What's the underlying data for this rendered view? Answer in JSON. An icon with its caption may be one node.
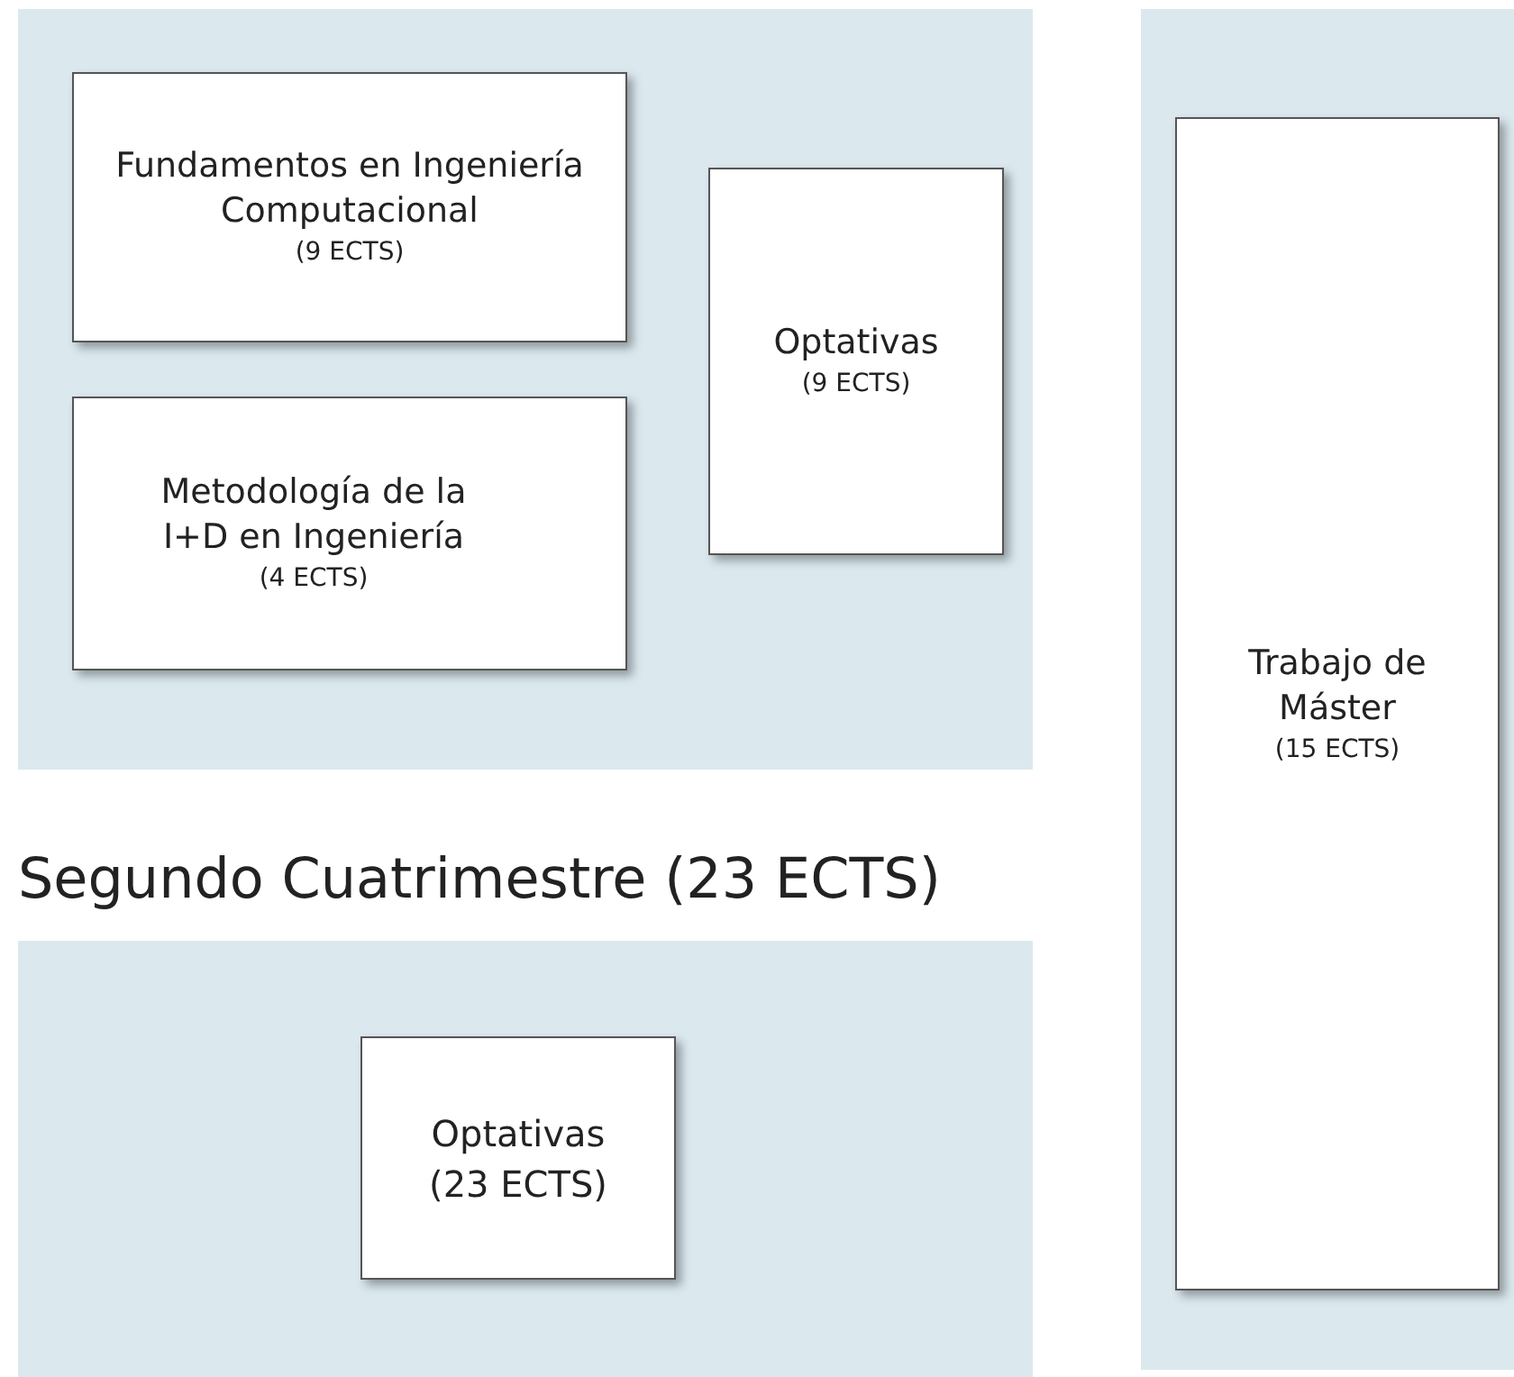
{
  "diagram": {
    "nodes": [
      {
        "text": [],
        "shape": "box"
      },
      {
        "text": [
          "Fundamentos en Ingeniería Computacional",
          "(9 ECTS)"
        ],
        "in": 0
      },
      {
        "text": [
          "Optativas",
          "(9 ECTS)"
        ],
        "in": 0
      },
      {
        "text": [
          "Metodología de la I+D en Ingeniería",
          "(4 ECTS)"
        ],
        "in": 0
      },
      {
        "text": [],
        "shape": "box"
      },
      {
        "text": [
          "Trabajo de Máster",
          "(15 ECTS)"
        ],
        "in": 4
      },
      {
        "text": [
          "Segundo Cuatrimestre (23 ECTS)"
        ]
      },
      {
        "text": [
          "Optativas",
          "(23 ECTS)"
        ],
        "in": 6
      }
    ],
    "edges": []
  }
}
